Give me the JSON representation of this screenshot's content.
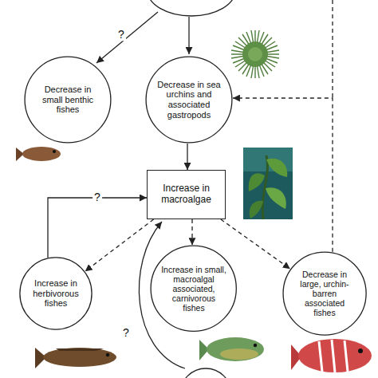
{
  "diagram": {
    "nodes": [
      {
        "text": [
          "Decrease in small benthic fishes"
        ]
      },
      {
        "text": [
          "Decrease in sea urchins and associated gastropods"
        ]
      },
      {
        "text": [
          "Increase in macroalgae"
        ]
      },
      {
        "text": [
          "Increase in herbivorous fishes"
        ]
      },
      {
        "text": [
          "Increase in small, macroalgal associated, carnivorous fishes"
        ]
      },
      {
        "text": [
          "Decrease in large, urchin-barren associated fishes"
        ]
      }
    ],
    "edges": [
      {
        "from": 1,
        "to": 2,
        "arrow": "to"
      },
      {
        "from": 2,
        "to": 3,
        "arrow": "to"
      },
      {
        "from": 2,
        "to": 4,
        "arrow": "to"
      },
      {
        "from": 2,
        "to": 5,
        "arrow": "to"
      },
      {
        "from": 3,
        "to": 2,
        "label": "?",
        "arrow": "to"
      },
      {
        "from": 5,
        "to": 1,
        "arrow": "to"
      }
    ],
    "labels": [
      "?",
      "?"
    ]
  }
}
